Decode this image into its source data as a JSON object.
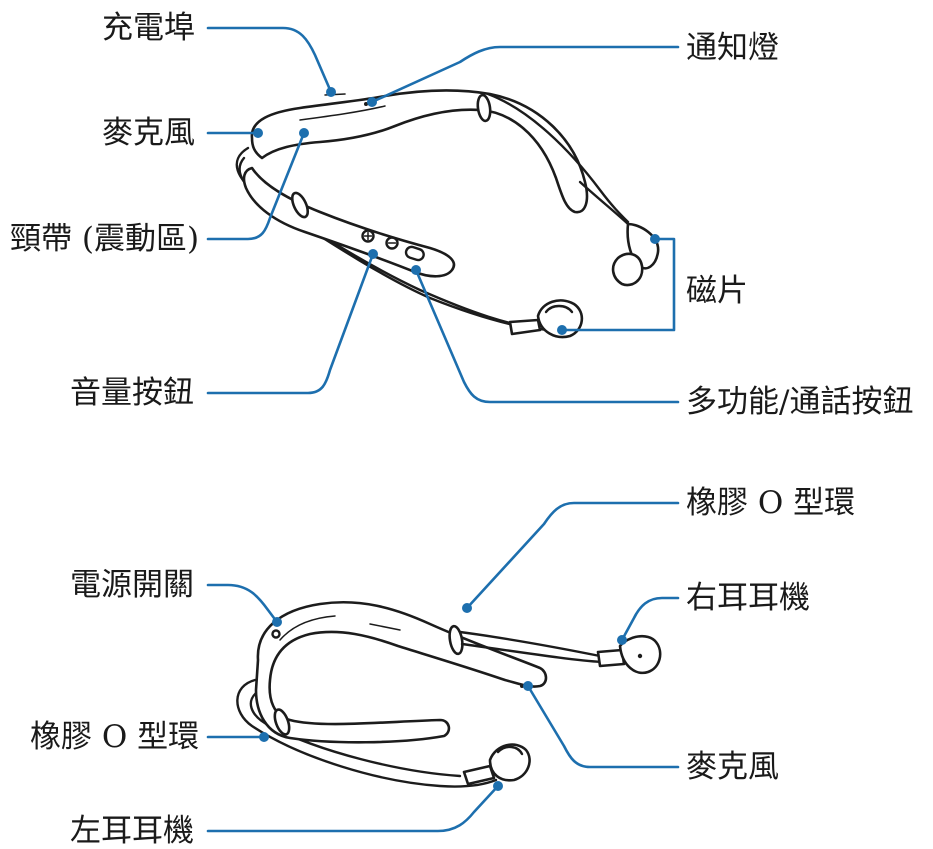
{
  "colors": {
    "leader": "#1d6fae",
    "outline": "#1c1c1c"
  },
  "top_view": {
    "charging_port": "充電埠",
    "notification_light": "通知燈",
    "microphone": "麥克風",
    "neckband": "頸帶 (震動區)",
    "magnets": "磁片",
    "volume_buttons": "音量按鈕",
    "multi_function_button": "多功能/通話按鈕"
  },
  "bottom_view": {
    "rubber_o_ring_right": "橡膠 O 型環",
    "power_switch": "電源開關",
    "right_earphone": "右耳耳機",
    "rubber_o_ring_left": "橡膠 O 型環",
    "microphone": "麥克風",
    "left_earphone": "左耳耳機"
  }
}
